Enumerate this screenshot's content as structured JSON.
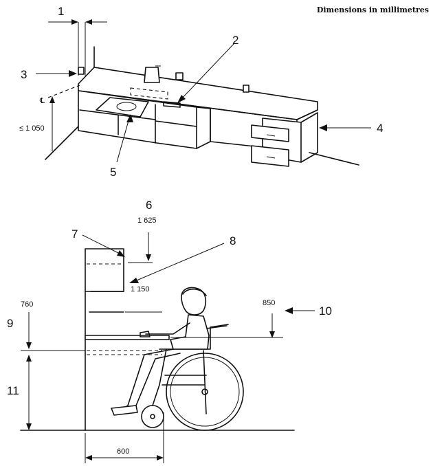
{
  "header": {
    "note": "Dimensions in millimetres"
  },
  "callouts": {
    "c1": "1",
    "c2": "2",
    "c3": "3",
    "c4": "4",
    "c5": "5",
    "c6": "6",
    "c7": "7",
    "c8": "8",
    "c9": "9",
    "c10": "10",
    "c11": "11"
  },
  "dimensions": {
    "max_height": "≤ 1 050",
    "shelf_high": "1 625",
    "shelf_mid": "1 150",
    "reach_low": "760",
    "counter_height": "850",
    "knee_depth": "600"
  }
}
